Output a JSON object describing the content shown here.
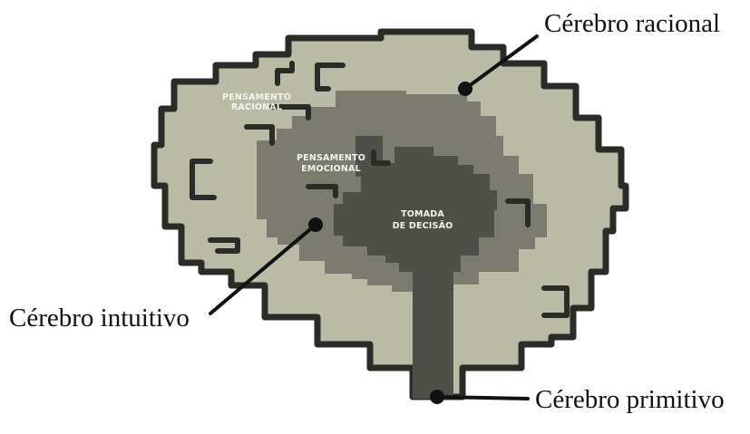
{
  "labels": {
    "rational_brain": "Cérebro racional",
    "intuitive_brain": "Cérebro intuitivo",
    "primitive_brain": "Cérebro primitivo",
    "rational_thought_line1": "PENSAMENTO",
    "rational_thought_line2": "RACIONAL",
    "emotional_thought_line1": "PENSAMENTO",
    "emotional_thought_line2": "EMOCIONAL",
    "decision_line1": "TOMADA",
    "decision_line2": "DE DECISÃO"
  },
  "colors": {
    "outline": "#2b2b28",
    "rational_region": "#b9bba5",
    "intuitive_region": "#7b7c6f",
    "primitive_region": "#4f4f49",
    "callout_line": "#111111",
    "marker_dot": "#111111"
  }
}
